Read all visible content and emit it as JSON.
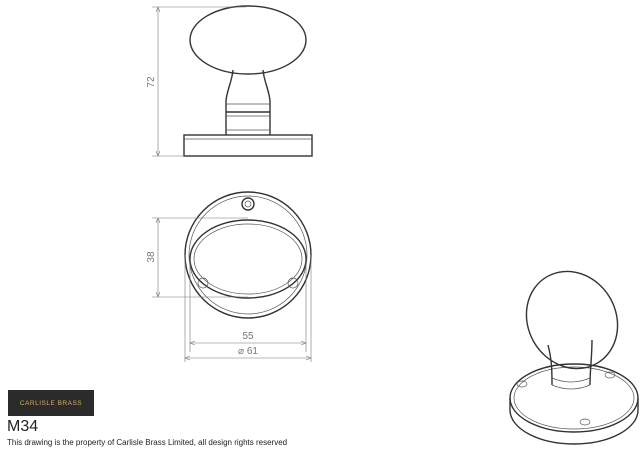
{
  "drawing": {
    "dimensions": {
      "height": "72",
      "width_oval": "38",
      "width_inner": "55",
      "diameter": "⌀ 61"
    }
  },
  "title_block": {
    "logo_text": "CARLISLE BRASS",
    "product_code": "M34",
    "footer_note": "This drawing is the property of Carlisle Brass Limited, all design rights reserved"
  }
}
